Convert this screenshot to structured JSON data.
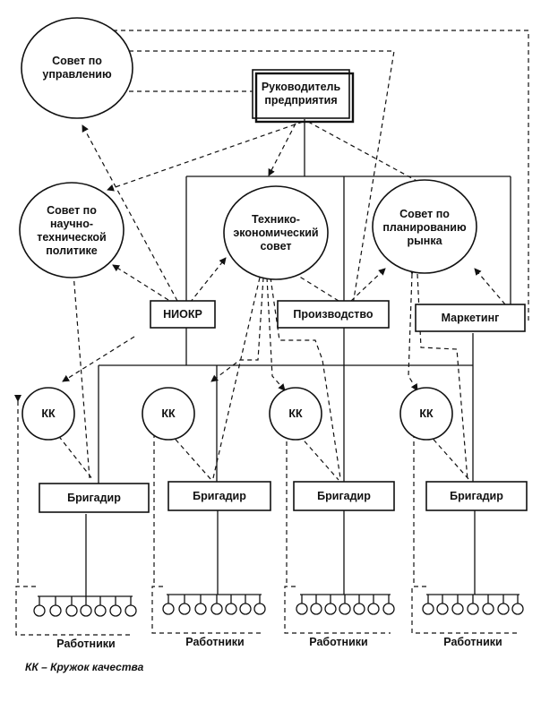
{
  "diagram": {
    "nodes": {
      "sovet_upr": "Совет по\nуправлению",
      "rukovod": "Руководитель\nпредприятия",
      "sovet_nt": "Совет по\nнаучно-\nтехнической\nполитике",
      "tekh_ekon": "Технико-\nэкономический\nсовет",
      "sovet_rynok": "Совет по\nпланированию\nрынка",
      "niokr": "НИОКР",
      "proizv": "Производство",
      "marketing": "Маркетинг",
      "kk": "КК",
      "brigadir": "Бригадир",
      "rabotniki": "Работники"
    },
    "legend": "КК – Кружок качества"
  }
}
